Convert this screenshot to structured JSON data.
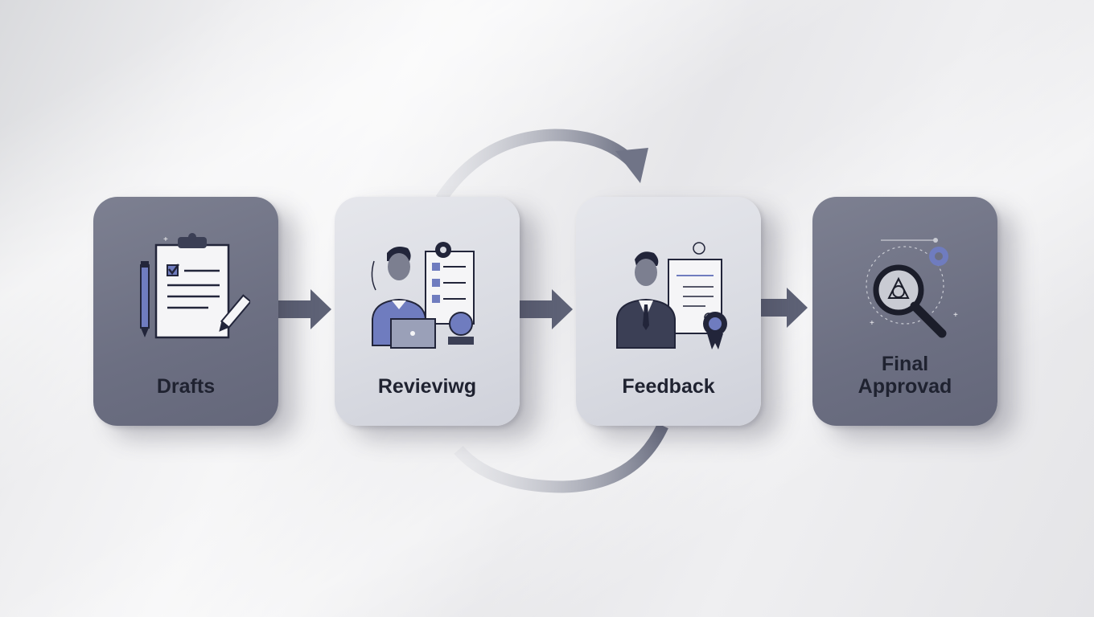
{
  "steps": [
    {
      "label": "Drafts"
    },
    {
      "label": "Revieviwg"
    },
    {
      "label": "Feedback"
    },
    {
      "label_line1": "Final",
      "label_line2": "Approvad"
    }
  ],
  "colors": {
    "card_dark": "#6c6f82",
    "card_light": "#d9dbe2",
    "accent": "#6f7cbf",
    "ink": "#1f2230",
    "arrow": "#5e6276"
  }
}
